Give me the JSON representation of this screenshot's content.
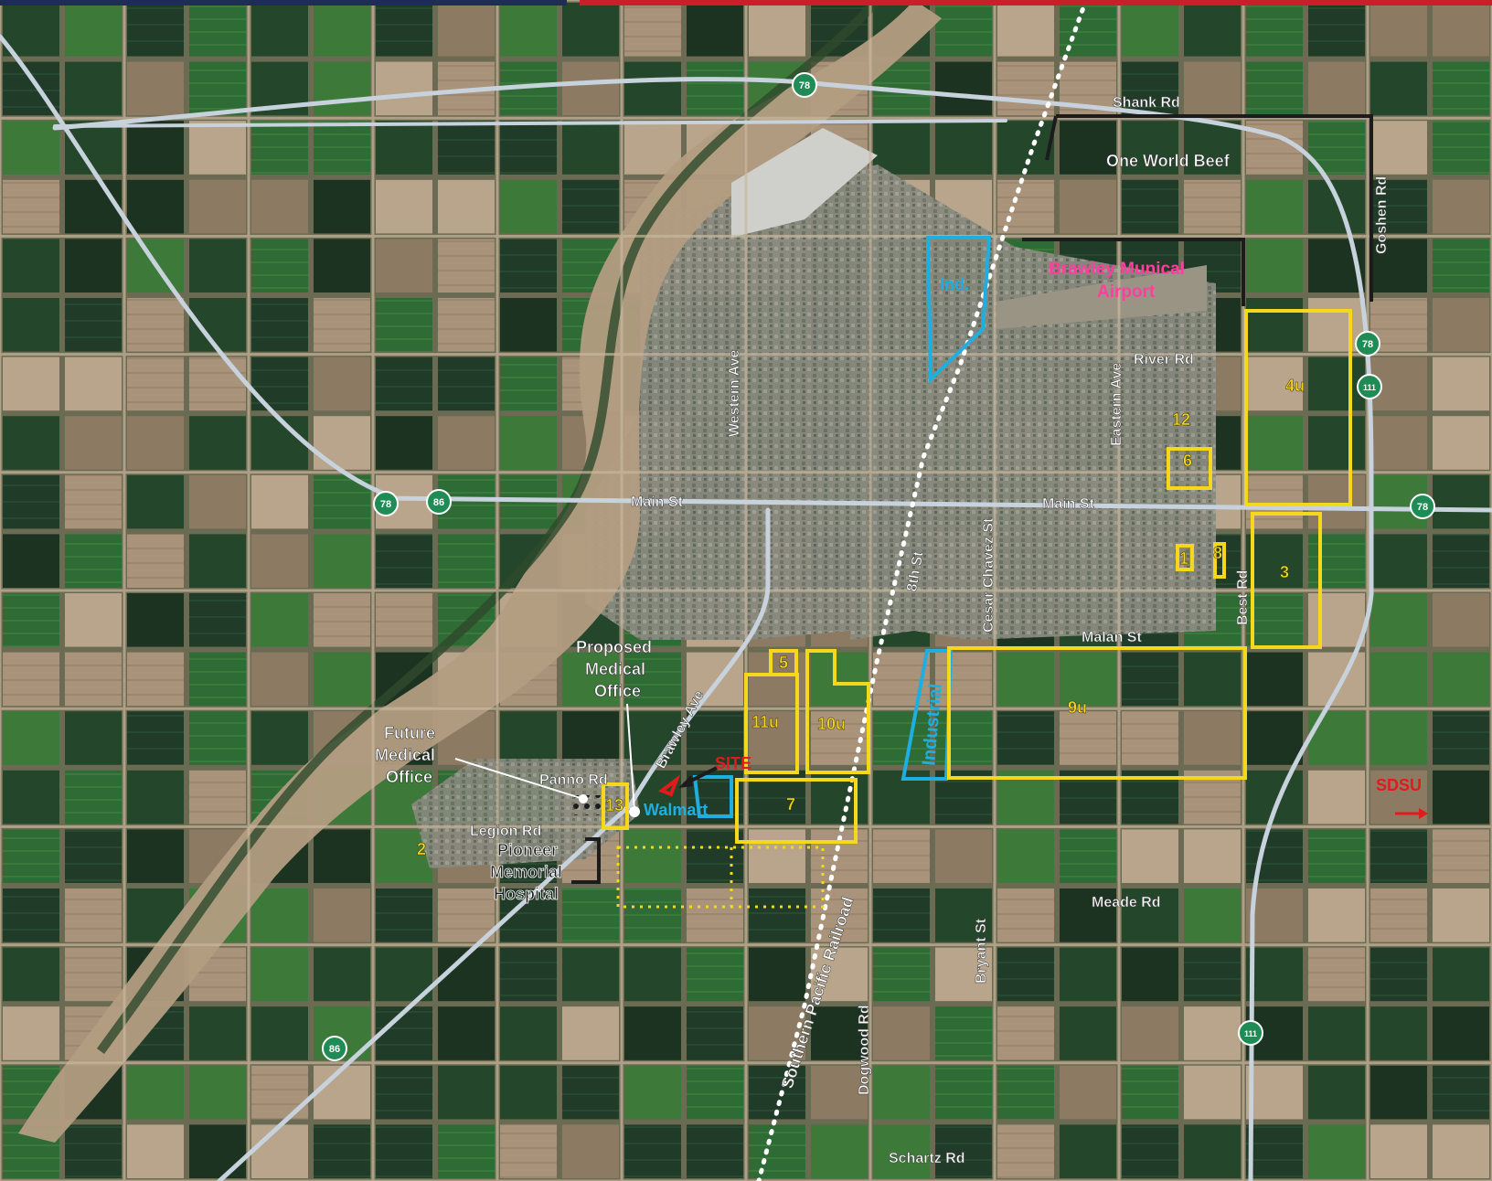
{
  "colors": {
    "zone_yellow": "#f5d81c",
    "highlight_blue": "#1faee0",
    "boundary_black": "#1c1c1c",
    "site_red": "#e11b1b",
    "airport_pink": "#ff3fa0",
    "highway_shield": "#1f8b55",
    "road_line": "#c7d2dc",
    "top_bar_navy": "#1d2d57",
    "top_bar_red": "#c8202b"
  },
  "shields": [
    {
      "label": "78",
      "icon": "state-route-78-shield-icon"
    },
    {
      "label": "78",
      "icon": "state-route-78-shield-icon"
    },
    {
      "label": "86",
      "icon": "state-route-86-shield-icon"
    },
    {
      "label": "78",
      "icon": "state-route-78-shield-icon"
    },
    {
      "label": "111",
      "icon": "state-route-111-shield-icon"
    },
    {
      "label": "78",
      "icon": "state-route-78-shield-icon"
    },
    {
      "label": "111",
      "icon": "state-route-111-shield-icon"
    },
    {
      "label": "86",
      "icon": "state-route-86-shield-icon"
    }
  ],
  "roads": {
    "shank": "Shank Rd",
    "goshen": "Goshen Rd",
    "river": "River Rd",
    "main_west": "Main St",
    "main_east": "Main St",
    "western": "Western Ave",
    "eastern": "Eastern Ave",
    "eighth": "8th St",
    "cesar": "Cesar Chavez St",
    "best": "Best Rd",
    "malan": "Malan St",
    "brawley": "Brawley Ave",
    "panno": "Panno Rd",
    "legion": "Legion Rd",
    "meade": "Meade Rd",
    "bryant": "Bryant St",
    "dogwood": "Dogwood Rd",
    "schartz": "Schartz Rd",
    "railroad": "Southern Pacific Railroad"
  },
  "places": {
    "beef": "One World Beef",
    "airport_1": "Brawley Munical",
    "airport_2": "Airport",
    "ind": "Ind.",
    "industrial": "Industrial",
    "walmart": "Walmart",
    "site": "SITE",
    "sdsu": "SDSU",
    "proposed_1": "Proposed",
    "proposed_2": "Medical",
    "proposed_3": "Office",
    "future_1": "Future",
    "future_2": "Medical",
    "future_3": "Office",
    "hospital_1": "Pioneer",
    "hospital_2": "Memorial",
    "hospital_3": "Hospital"
  },
  "zones": {
    "z1": "1",
    "z2": "2",
    "z3": "3",
    "z4u": "4u",
    "z5": "5",
    "z6": "6",
    "z7": "7",
    "z8": "8",
    "z9u": "9u",
    "z10u": "10u",
    "z11u": "11u",
    "z12": "12",
    "z13": "13"
  },
  "icons": {
    "site_marker": "site-arrow-icon",
    "sdsu_arrow": "right-arrow-icon",
    "medical_office_pin": "location-dot-icon"
  }
}
